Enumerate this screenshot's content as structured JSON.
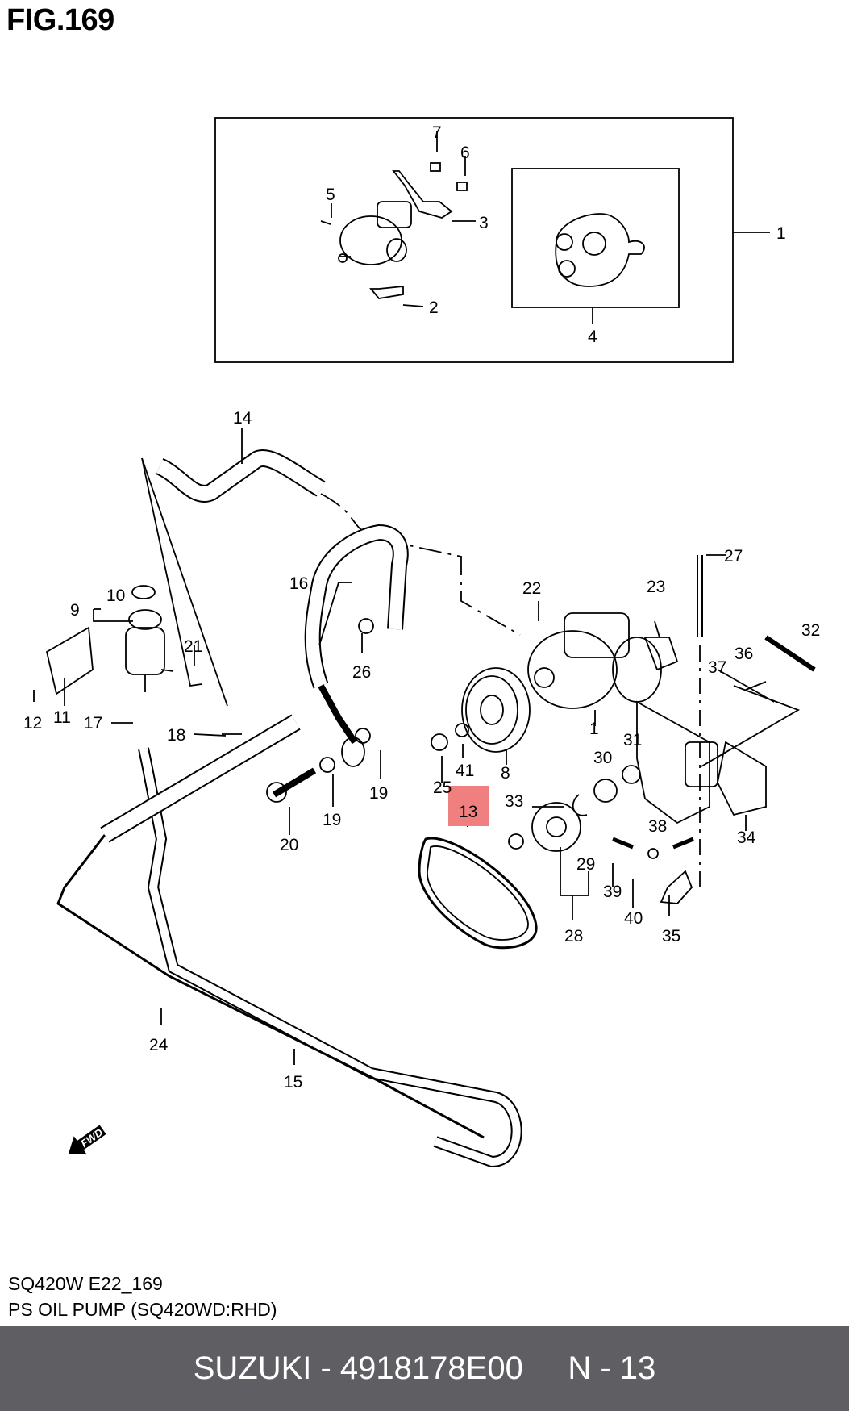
{
  "figure": {
    "title": "FIG.169"
  },
  "callouts": [
    "1",
    "2",
    "3",
    "4",
    "5",
    "6",
    "7",
    "8",
    "9",
    "10",
    "11",
    "12",
    "13",
    "14",
    "15",
    "16",
    "17",
    "18",
    "19",
    "19",
    "20",
    "21",
    "22",
    "23",
    "24",
    "25",
    "26",
    "27",
    "28",
    "29",
    "30",
    "31",
    "32",
    "33",
    "34",
    "35",
    "36",
    "37",
    "38",
    "39",
    "40",
    "41",
    "1"
  ],
  "highlighted_callout": "13",
  "highlight_color": "#f08080",
  "fwd_label": "FWD",
  "footer": {
    "code": "SQ420W E22_169",
    "description": "PS OIL PUMP (SQ420WD:RHD)"
  },
  "bottom_bar": {
    "text": "SUZUKI - 4918178E00     N - 13",
    "background": "#5f5f63",
    "text_color": "#ffffff"
  }
}
